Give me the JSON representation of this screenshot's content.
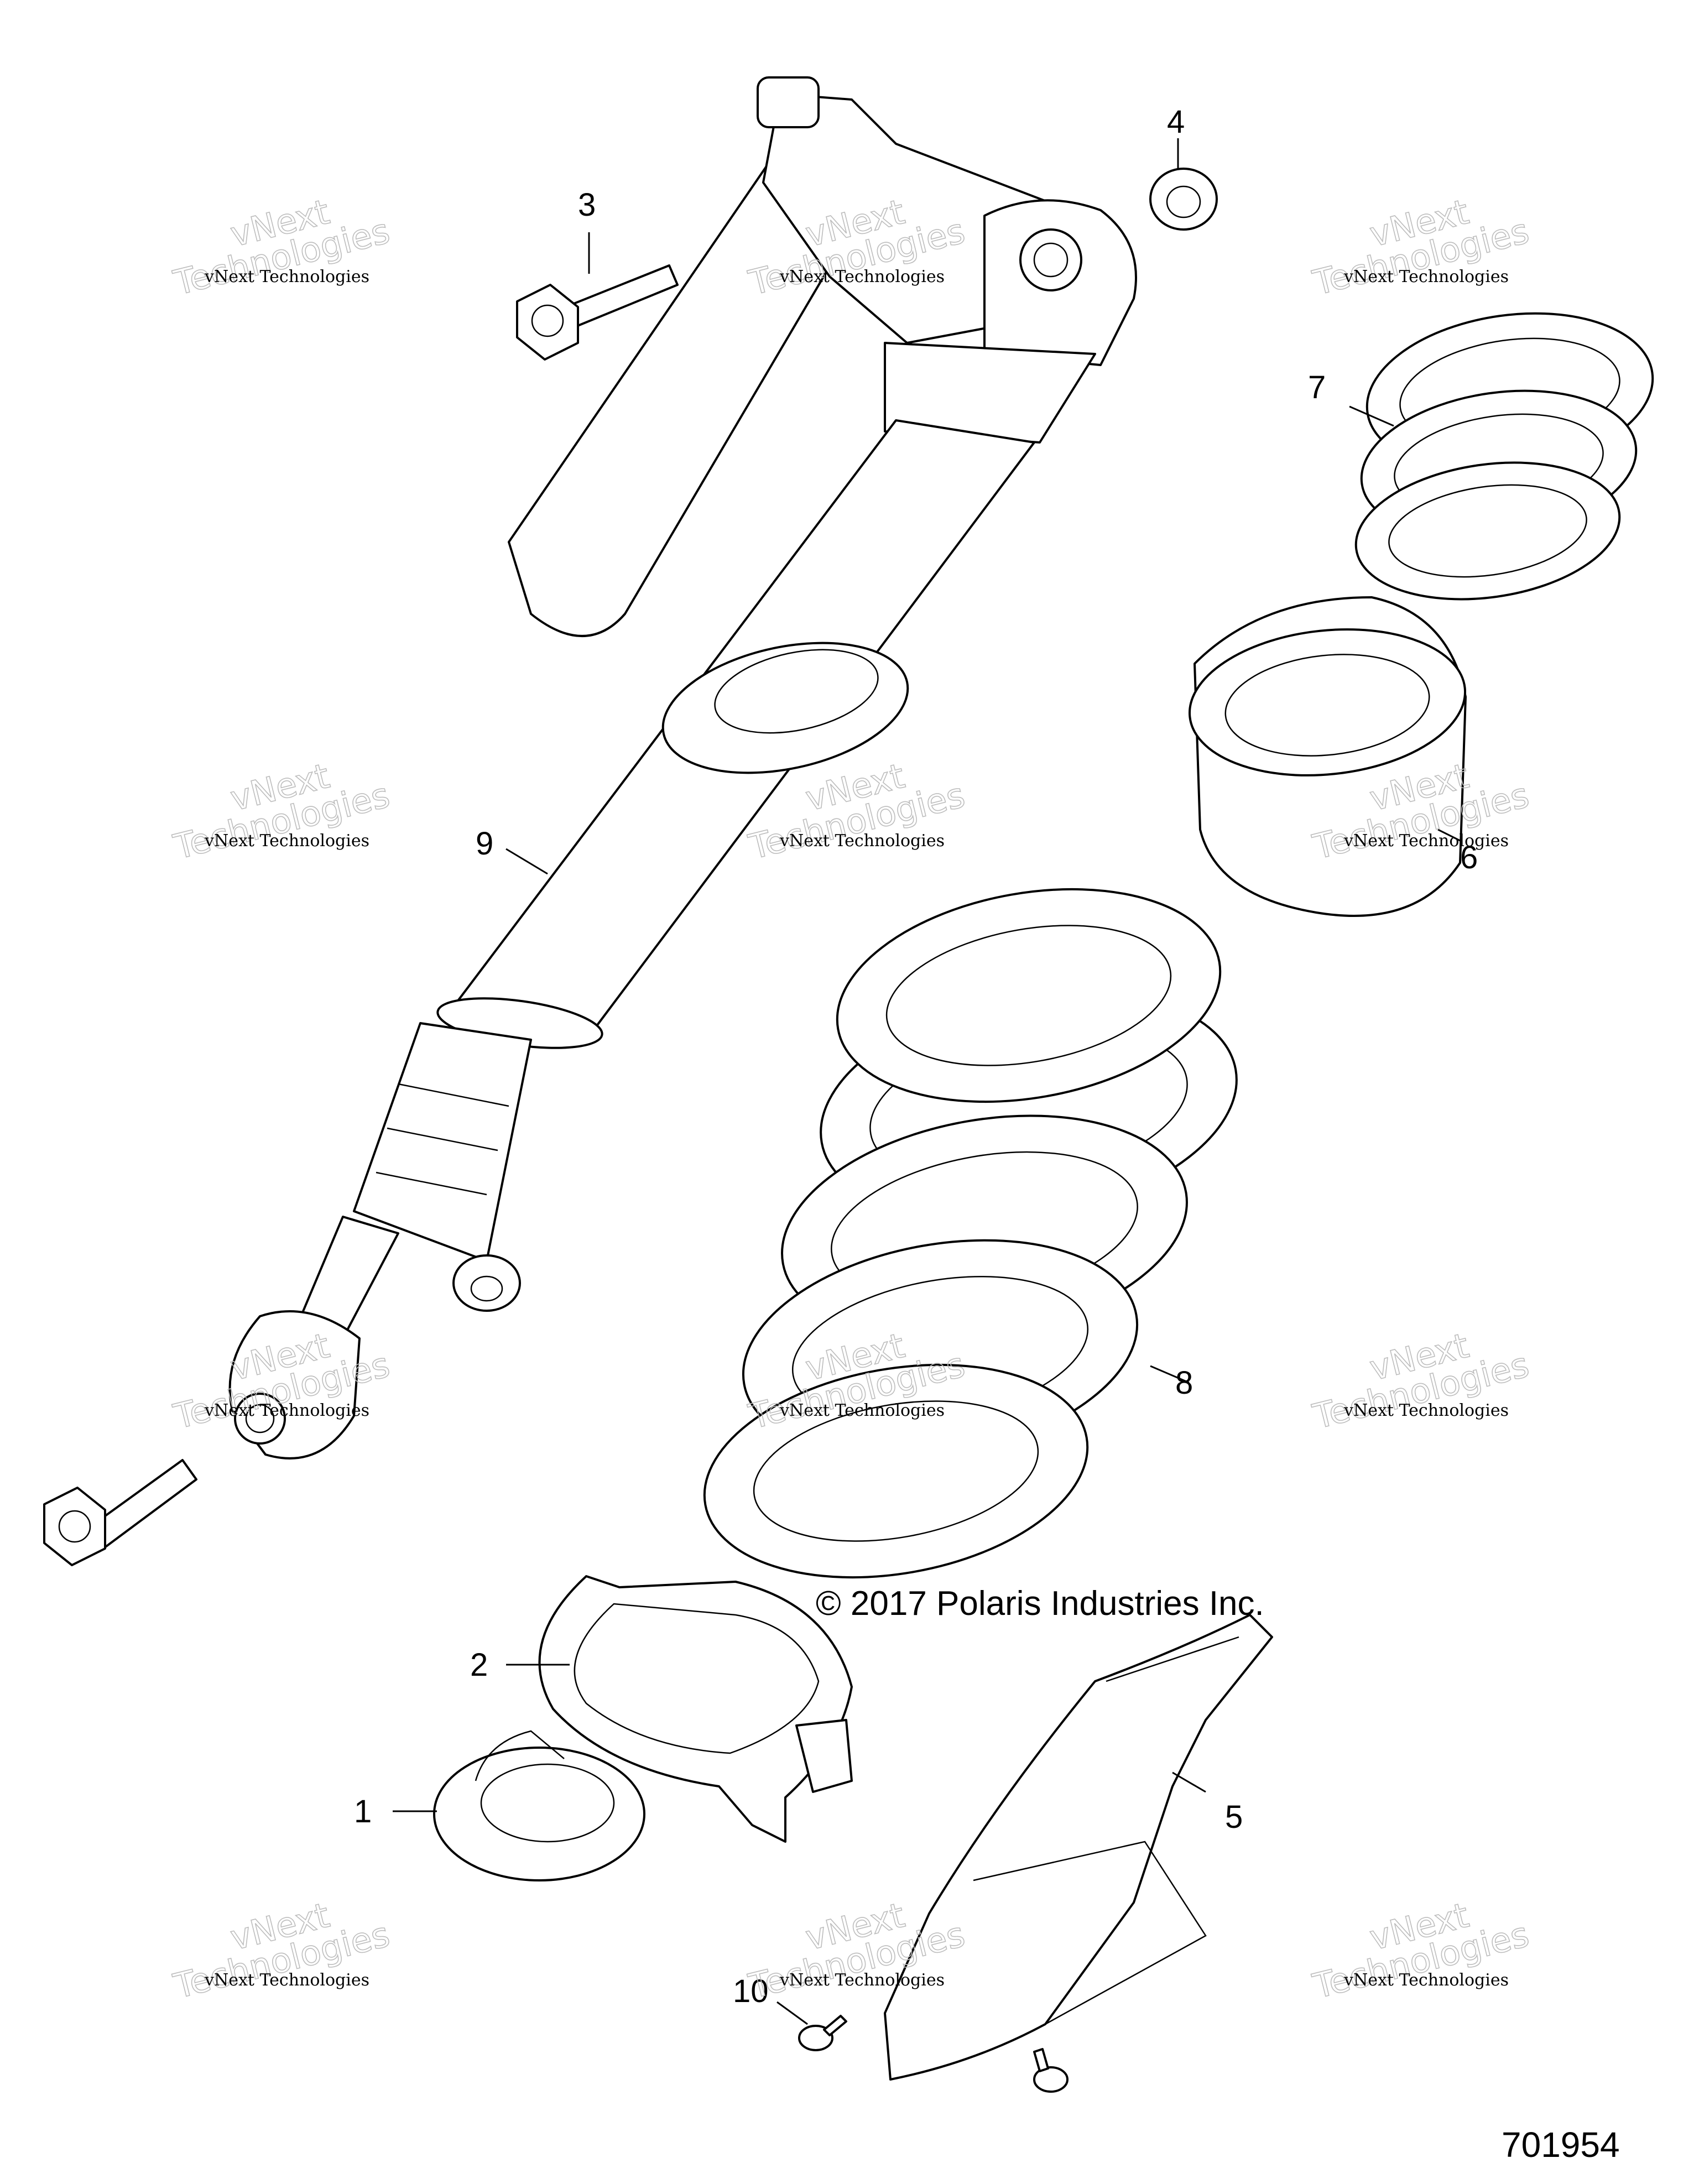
{
  "diagram": {
    "callouts": [
      "1",
      "2",
      "3",
      "4",
      "5",
      "6",
      "7",
      "8",
      "9",
      "10"
    ],
    "copyright": "© 2017 Polaris Industries Inc.",
    "figure_number": "701954",
    "watermark": {
      "line_small": "vNext Technologies",
      "line_big": "Technologies",
      "line_big_prefix": "vNext"
    }
  }
}
